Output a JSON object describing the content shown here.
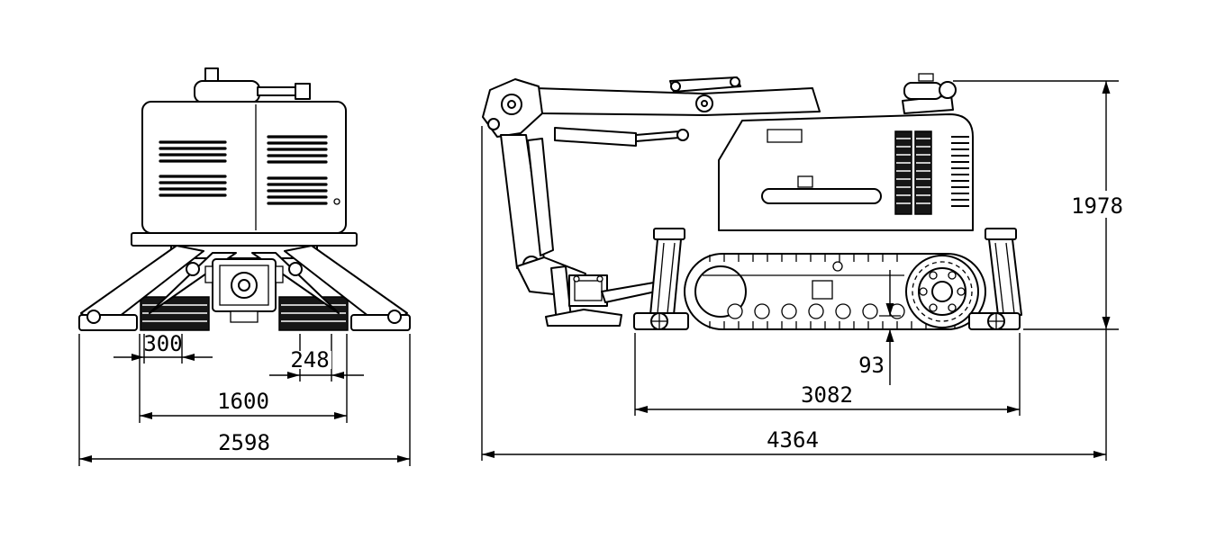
{
  "colors": {
    "background": "#ffffff",
    "line": "#000000"
  },
  "views": {
    "front": {
      "dims": {
        "track_offset": "300",
        "pad_width": "248",
        "body_width": "1600",
        "overall_width": "2598"
      }
    },
    "side": {
      "dims": {
        "overall_height": "1978",
        "ground_clearance": "93",
        "support_length": "3082",
        "overall_length": "4364"
      }
    }
  }
}
